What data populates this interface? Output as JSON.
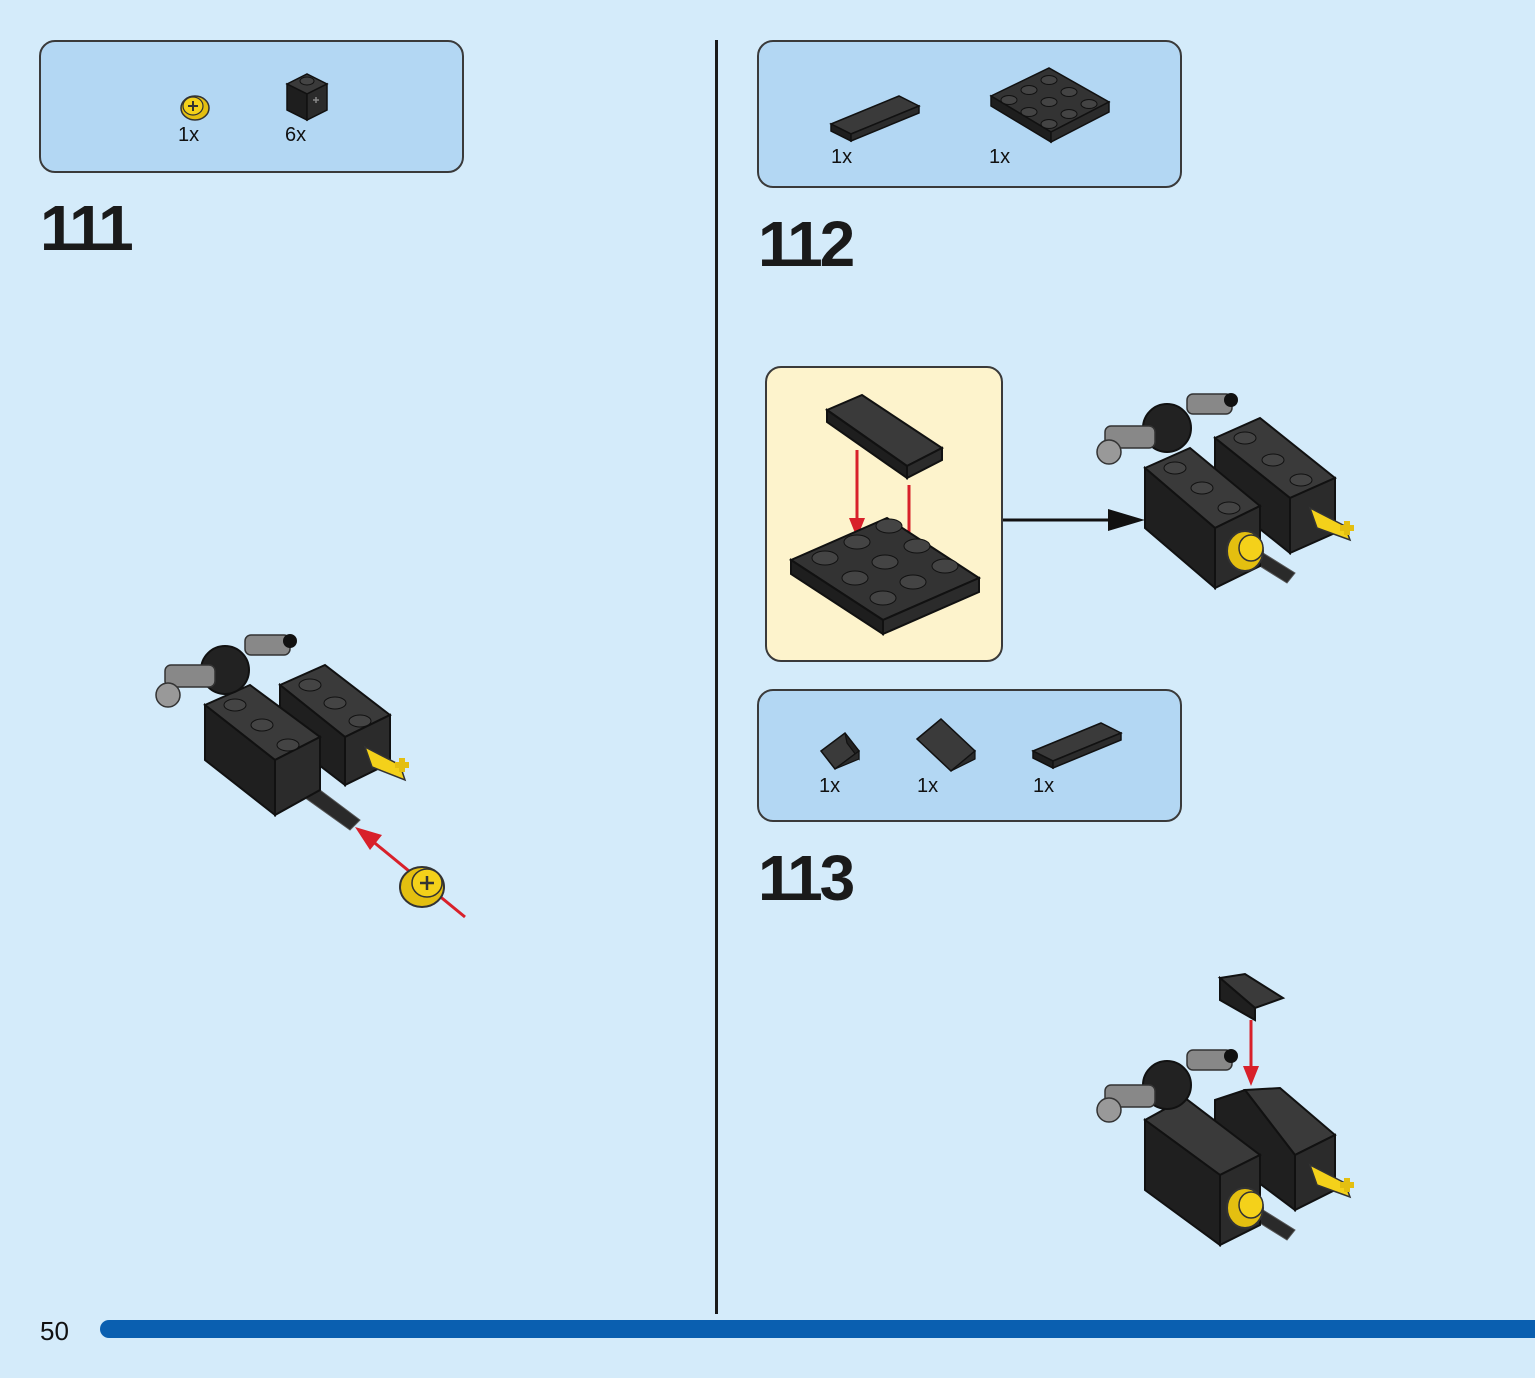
{
  "steps": [
    {
      "number": "111",
      "parts": [
        {
          "qty": "1x",
          "icon": "yellow-bush-icon"
        },
        {
          "qty": "6x",
          "icon": "black-brick-1x1-icon"
        }
      ]
    },
    {
      "number": "112",
      "parts": [
        {
          "qty": "1x",
          "icon": "black-tile-1x4-icon"
        },
        {
          "qty": "1x",
          "icon": "black-plate-3x3-icon"
        }
      ]
    },
    {
      "number": "113",
      "parts": [
        {
          "qty": "1x",
          "icon": "black-slope-small-icon"
        },
        {
          "qty": "1x",
          "icon": "black-slope-large-icon"
        },
        {
          "qty": "1x",
          "icon": "black-tile-1x4-icon"
        }
      ]
    }
  ],
  "page_number": "50",
  "colors": {
    "background": "#d4ebfa",
    "parts_box": "#b3d7f3",
    "sub_box": "#fdf3cc",
    "progress_bar": "#0a5fb0",
    "arrow_red": "#d8202a",
    "brick_black": "#2a2a2a",
    "accent_yellow": "#f4d11a"
  }
}
